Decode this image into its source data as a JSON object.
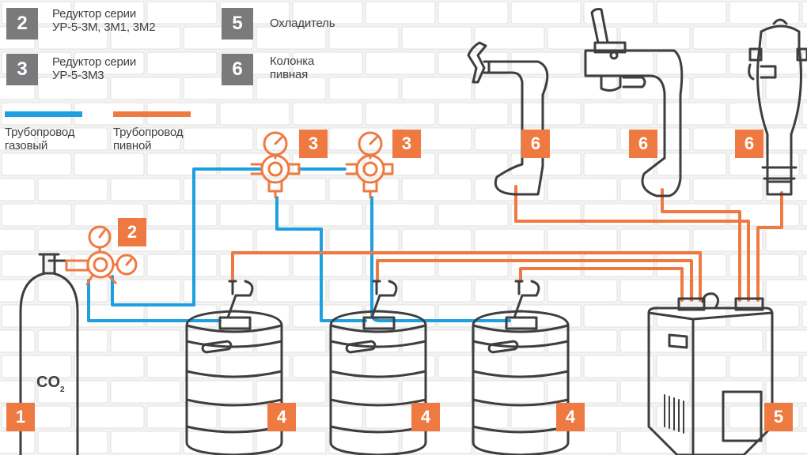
{
  "colors": {
    "gas_pipe": "#1ea0e0",
    "beer_pipe": "#ef7a41",
    "legend_badge": "#7a7a7c",
    "tag": "#ef7a41",
    "outline": "#3e3e40",
    "wall": "#f3f3f2"
  },
  "legend": [
    {
      "number": "2",
      "label": "Редуктор серии\nУР-5-3М, 3М1, 3М2"
    },
    {
      "number": "3",
      "label": "Редуктор серии\nУР-5-3М3"
    },
    {
      "number": "5",
      "label": "Охладитель"
    },
    {
      "number": "6",
      "label": "Колонка\nпивная"
    }
  ],
  "pipe_legend": {
    "gas": "Трубопровод\nгазовый",
    "beer": "Трубопровод\nпивной"
  },
  "labels": {
    "cylinder": "1",
    "regulator_2": "2",
    "regulator_3": "3",
    "keg": "4",
    "cooler": "5",
    "tower": "6"
  },
  "co2": {
    "main": "CO",
    "sub": "2"
  }
}
